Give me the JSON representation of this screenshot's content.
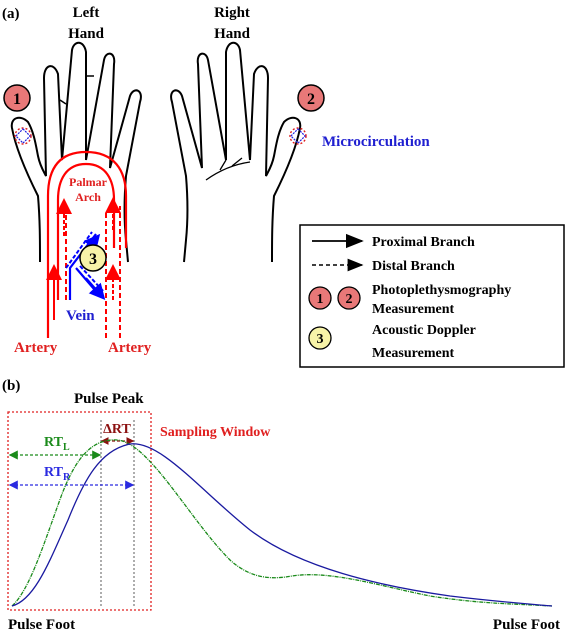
{
  "panel_a": {
    "label": "(a)",
    "left_hand_label": [
      "Left",
      "Hand"
    ],
    "right_hand_label": [
      "Right",
      "Hand"
    ],
    "marker_1": "1",
    "marker_2": "2",
    "marker_3": "3",
    "microcirculation": "Microcirculation",
    "palmar_arch": [
      "Palmar",
      "Arch"
    ],
    "vein": "Vein",
    "artery_left": "Artery",
    "artery_right": "Artery"
  },
  "legend": {
    "proximal": "Proximal Branch",
    "distal": "Distal Branch",
    "ppg": [
      "Photoplethysmography",
      "Measurement"
    ],
    "doppler": [
      "Acoustic Doppler",
      "Measurement"
    ]
  },
  "panel_b": {
    "label": "(b)",
    "pulse_peak": "Pulse Peak",
    "delta_rt": "ΔRT",
    "sampling_window": "Sampling Window",
    "rt_l": {
      "base": "RT",
      "sub": "L"
    },
    "rt_r": {
      "base": "RT",
      "sub": "R"
    },
    "pulse_foot_left": "Pulse Foot",
    "pulse_foot_right": "Pulse Foot"
  },
  "colors": {
    "marker_red": "#e87878",
    "marker_yellow": "#f7f3a8",
    "artery": "#ff0000",
    "vein": "#0000ff",
    "micro_text": "#1f1fd0",
    "green_curve": "#1a8a1a",
    "blue_curve": "#1a1aa0",
    "window": "#e02020",
    "delta": "#8b1010"
  }
}
